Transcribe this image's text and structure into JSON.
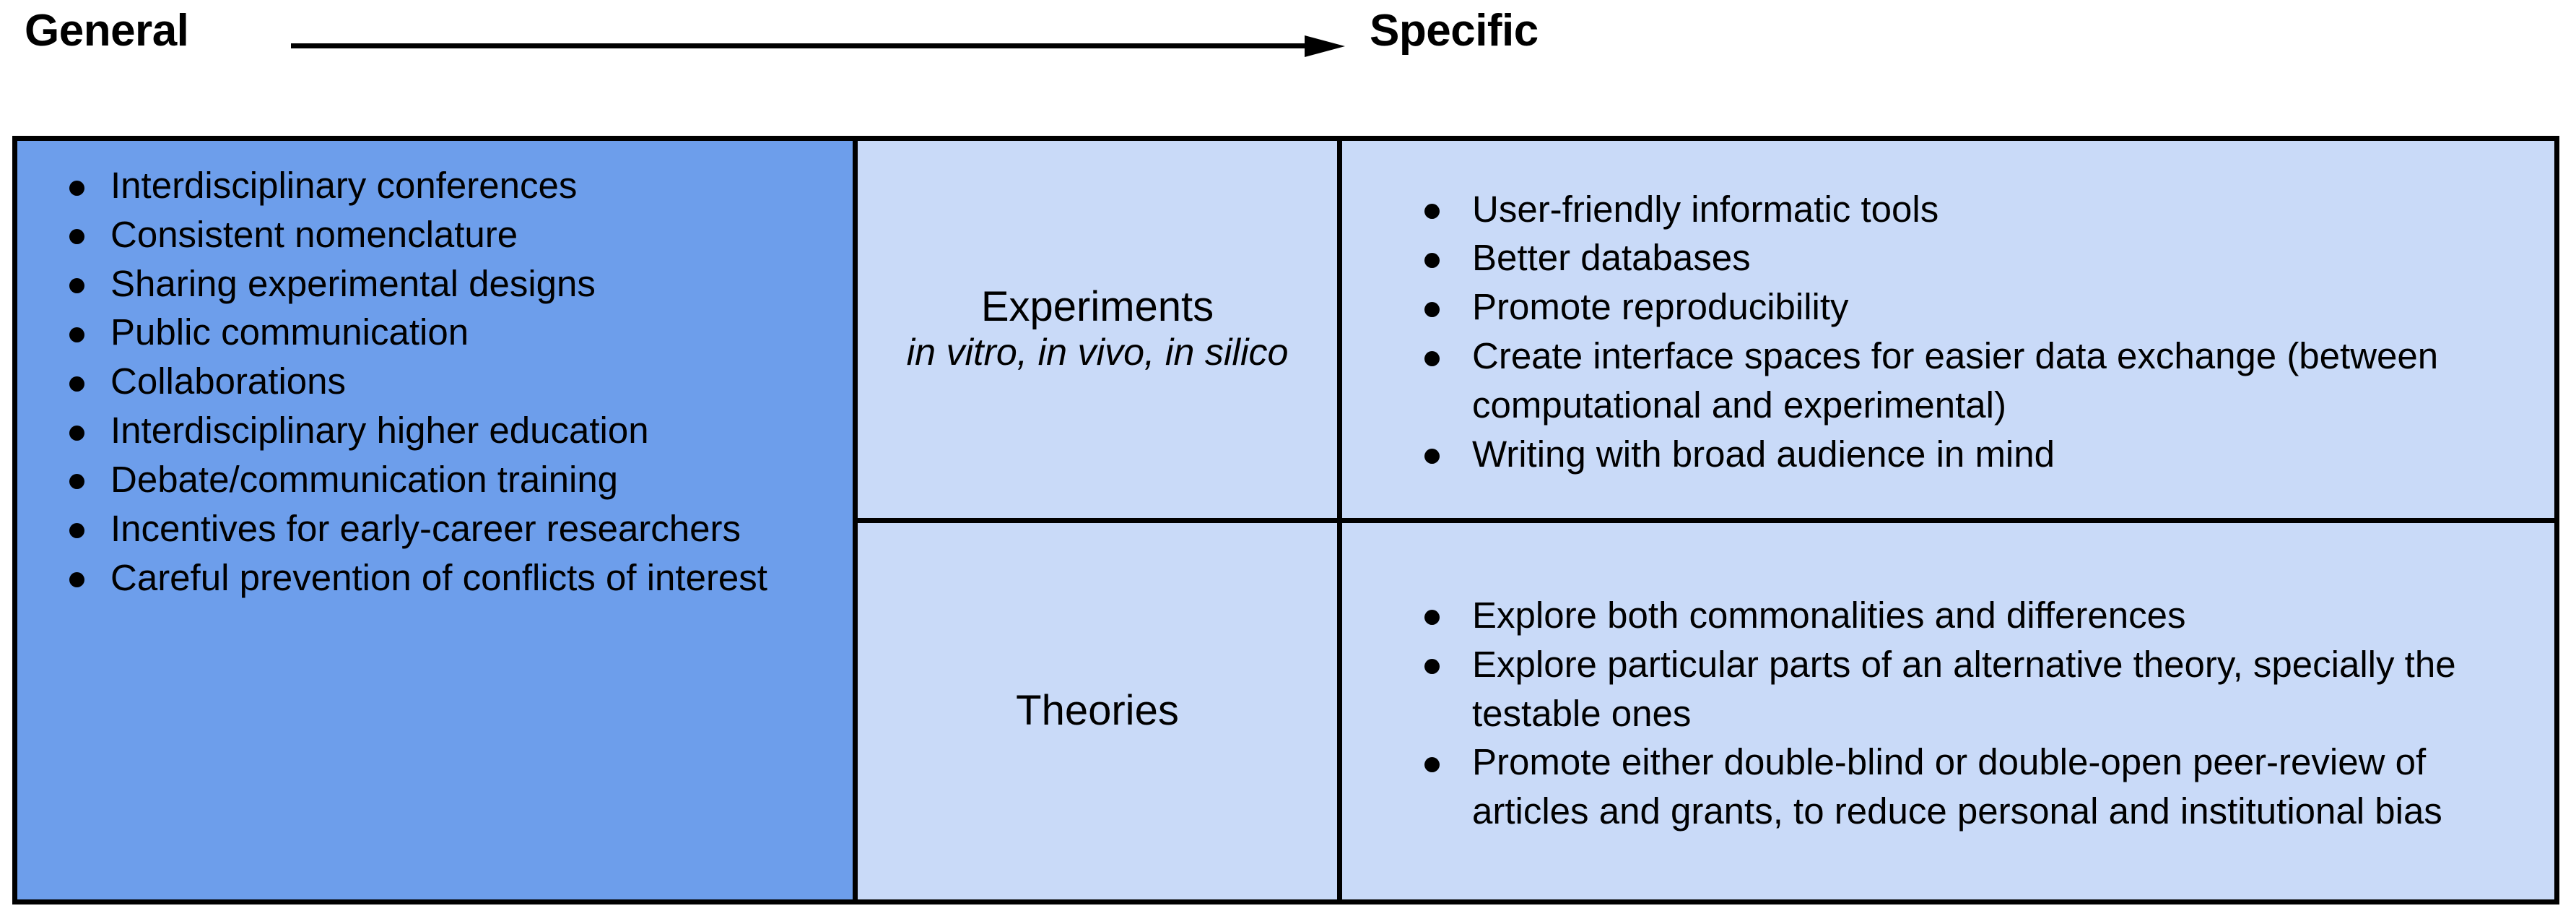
{
  "axis": {
    "left_label": "General",
    "right_label": "Specific",
    "arrow_icon": "right-arrow-icon"
  },
  "matrix": {
    "general_column": {
      "fill_color": "#6d9eeb",
      "items": [
        "Interdisciplinary conferences",
        "Consistent nomenclature",
        "Sharing experimental designs",
        "Public communication",
        "Collaborations",
        "Interdisciplinary higher education",
        "Debate/communication training",
        "Incentives for early-career researchers",
        "Careful prevention of conflicts of interest"
      ]
    },
    "fill_color_light": "#c9daf8",
    "border_color": "#000000",
    "rows": [
      {
        "kind_title": "Experiments",
        "kind_subtitle": "in vitro, in vivo, in silico",
        "kind_subtitle_italic": true,
        "items": [
          "User-friendly informatic tools",
          "Better databases",
          "Promote reproducibility",
          "Create interface spaces for easier data exchange (between computational and experimental)",
          "Writing with broad audience in mind"
        ]
      },
      {
        "kind_title": "Theories",
        "kind_subtitle": "",
        "kind_subtitle_italic": false,
        "items": [
          "Explore both commonalities and differences",
          "Explore particular parts of an alternative theory, specially the testable ones",
          "Promote either double-blind or double-open peer-review of articles and grants, to reduce personal and institutional bias"
        ]
      }
    ]
  }
}
